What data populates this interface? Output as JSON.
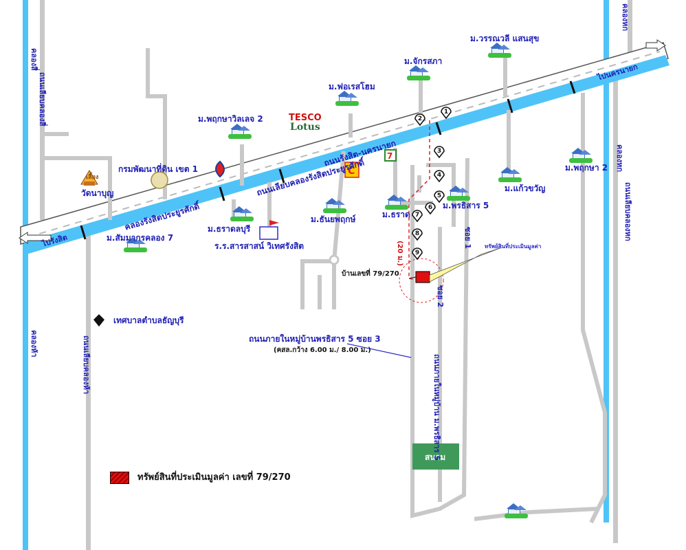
{
  "map": {
    "roads": {
      "main_highway": "ถนนรังสิต-นครนายก",
      "canal_road": "ถนนเลียบคลองรังสิตประยูรศักดิ์",
      "canal": "คลองรังสิตประยูรศักดิ์",
      "to_rangsit": "ไปรังสิต",
      "to_nakhon_nayok": "ไปนครนายก",
      "canal_4": "คลองสี่",
      "canal_4_road": "ถนนเลียบคลองสี่",
      "canal_5": "คลองห้า",
      "canal_5_road": "ถนนเลียบคลองห้า",
      "canal_6": "คลองหก",
      "canal_6_road": "ถนนเลียบคลองหก",
      "soi_1": "ซอย 1",
      "soi_2": "ซอย 2",
      "village_road": "ถนนภายในหมู่บ้าน ม.พรธิสาร 5",
      "internal_road": "ถนนภายในหมู่บ้านพรธิสาร 5 ซอย 3",
      "road_spec": "(คสล.กว้าง 6.00 ม./ 8.00 ม.)",
      "distance": "(20 ม.)"
    },
    "places": {
      "warm_sensuk": "ม.วรรณวลี แสนสุข",
      "chakrasapha": "ม.จักรสภา",
      "forest_home": "ม.ฟอเรสโฮม",
      "pruksa_village2": "ม.พฤกษาวิลเลจ 2",
      "tesco_line1": "TESCO",
      "tesco_line2": "Lotus",
      "land_dept": "กรมพัฒนาที่ดิน เขต 1",
      "wat": "วัดนาบุญ",
      "wat_sign": "เลี้ยง",
      "pruksa2": "ม.พฤกษา 2",
      "kaew_kwan": "ม.แก้วขวัญ",
      "porntisarn5": "ม.พรธิสาร 5",
      "tharad": "ม.ธราด",
      "thanyapruk": "ม.ธันยพฤกษ์",
      "tharadbury": "ม.ธราดลบุรี",
      "school": "ร.ร.สารสาสน์ วิเทศรังสิต",
      "sammakorn": "ม.สัมมากรคลอง 7",
      "municipality": "เทศบาลตำบลธัญบุรี",
      "field": "สนาม",
      "house_no": "บ้านเลขที่ 79/270",
      "callout": "ทรัพย์สินที่ประเมินมูลค่า"
    },
    "route_markers": [
      "1",
      "2",
      "3",
      "4",
      "5",
      "6",
      "7",
      "8",
      "9"
    ],
    "legend": {
      "text": "ทรัพย์สินที่ประเมินมูลค่า เลขที่ 79/270",
      "color": "#e01010"
    },
    "colors": {
      "canal": "#4fc3f7",
      "road": "#c8c8c8",
      "label": "#1f1fb4",
      "field": "#3f9a5a"
    }
  }
}
